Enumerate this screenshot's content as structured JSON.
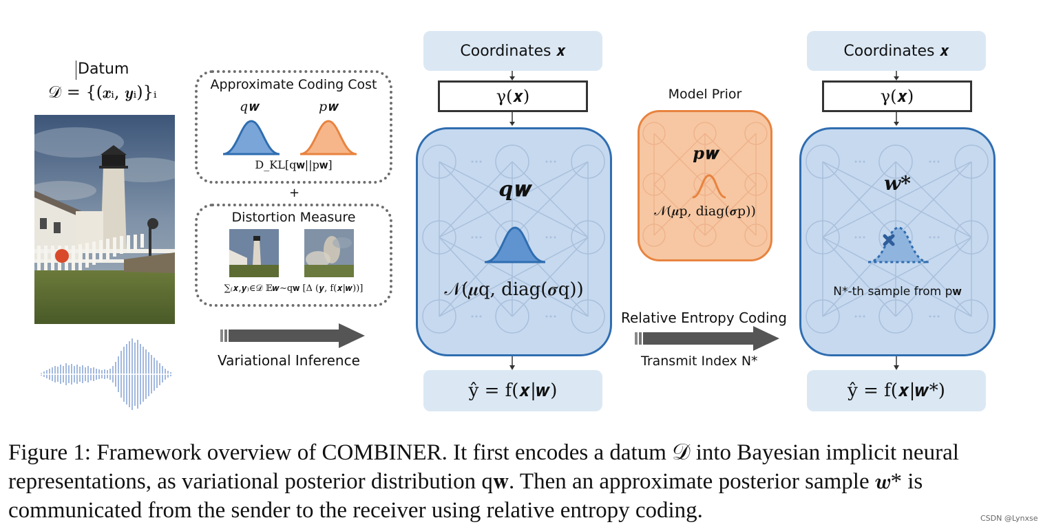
{
  "datum": {
    "label": "Datum",
    "formula": "𝒟 = {(𝒙ᵢ, 𝒚ᵢ)}ᵢ"
  },
  "coding_cost_box": {
    "title": "Approximate Coding Cost",
    "q_label": "q𝐰",
    "p_label": "p𝐰",
    "kl": "D_KL[q𝐰||p𝐰]"
  },
  "plus": "+",
  "distortion_box": {
    "title": "Distortion Measure",
    "formula": "∑₍𝒙,𝒚₎∈𝒟 𝔼𝒘∼q𝐰 [Δ (𝒚, f(𝒙|𝒘))]"
  },
  "variational_inference": "Variational Inference",
  "left_net": {
    "coordinates": "Coordinates 𝒙",
    "gamma": "γ(𝒙)",
    "q": "q𝐰",
    "dist": "𝒩(𝝁q, diag(𝝈q))",
    "output": "ŷ = f(𝒙|𝒘)"
  },
  "model_prior": {
    "title": "Model Prior",
    "p": "p𝐰",
    "dist": "𝒩(𝝁p, diag(𝝈p))"
  },
  "relative_entropy_coding": "Relative Entropy Coding",
  "transmit_index": "Transmit Index N*",
  "right_net": {
    "coordinates": "Coordinates 𝒙",
    "gamma": "γ(𝒙)",
    "w_star": "𝒘*",
    "sample": "N*-th sample from p𝐰",
    "output": "ŷ = f(𝒙|𝒘*)"
  },
  "caption": "Figure 1: Framework overview of COMBINER. It first encodes a datum 𝒟 into Bayesian implicit neural representations, as variational posterior distribution q𝐰. Then an approximate posterior sample 𝒘* is communicated from the sender to the receiver using relative entropy coding.",
  "watermark": "CSDN @Lynxse",
  "colors": {
    "blue_fill": "#c6d9ef",
    "blue_border": "#2f6db0",
    "orange_fill": "#f6c7a2",
    "orange_border": "#e8833f",
    "pill_fill": "#dbe8f4",
    "arrow": "#555555"
  }
}
